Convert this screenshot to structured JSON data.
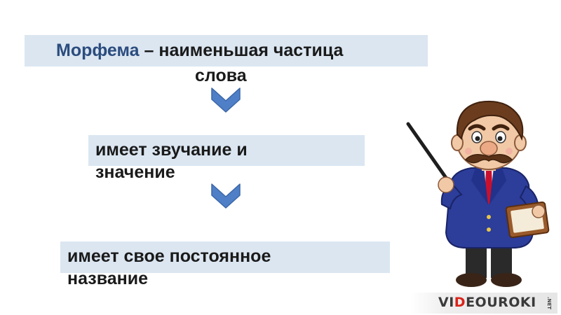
{
  "definition": {
    "term": "Морфема",
    "dash": "–",
    "rest_line1": "наименьшая частица",
    "line2": "слова"
  },
  "property_1": "имеет звучание и значение",
  "property_2": "имеет свое постоянное название",
  "logo": {
    "prefix": "VI",
    "accent": "D",
    "suffix": "EOUROKI",
    "tld": ".NET"
  },
  "icons": {
    "arrow": "chevron-down-icon",
    "character": "teacher-with-pointer-icon"
  },
  "colors": {
    "band": "#dbe6f1",
    "term": "#2b4c7e",
    "arrow": "#4f7fc6",
    "logo_accent": "#d9241b"
  }
}
